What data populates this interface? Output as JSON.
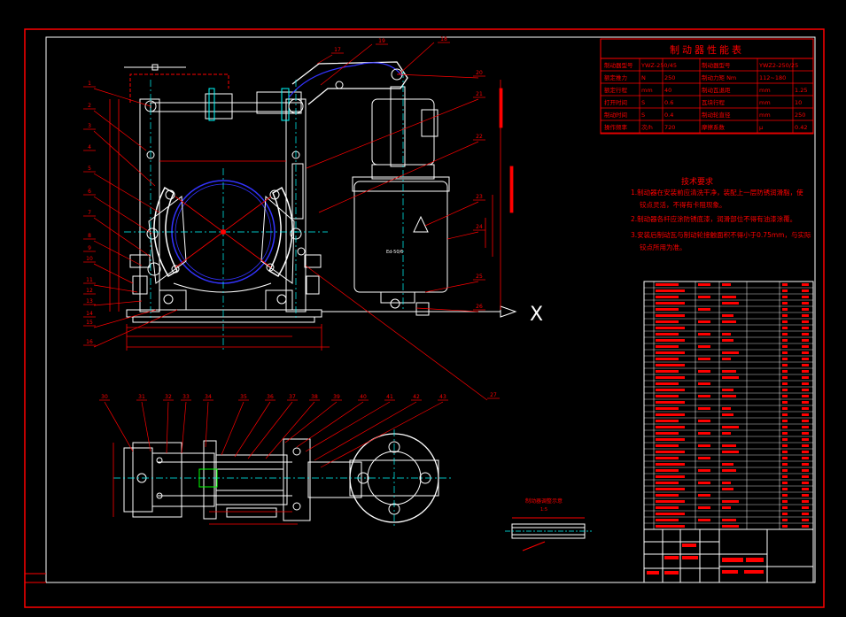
{
  "perf_table": {
    "title": "制动器性能表",
    "rows": [
      [
        "制动器型号",
        "YWZ-250/45",
        "",
        "制动器型号",
        "YWZ2-250/25",
        ""
      ],
      [
        "额定推力",
        "N",
        "250",
        "制动力矩 Nm",
        "112~180",
        ""
      ],
      [
        "额定行程",
        "mm",
        "40",
        "制动瓦退距",
        "mm",
        "1.25"
      ],
      [
        "打开时间",
        "S",
        "0.6",
        "瓦块行程",
        "mm",
        "10"
      ],
      [
        "制动时间",
        "S",
        "0.4",
        "制动轮直径",
        "mm",
        "250"
      ],
      [
        "操作频率",
        "次/h",
        "720",
        "摩擦系数",
        "μ",
        "0.42"
      ]
    ]
  },
  "tech_req": {
    "title": "技术要求",
    "items": [
      "1.制动器在安装前应清洗干净，装配上一层防锈润滑脂，使",
      "铰点灵活，不得有卡阻现象。",
      "2.制动器各杆应涂防锈底漆，润滑部位不得有油漆涂覆。",
      "3.安装后制动瓦与制动轮接触面积不得小于0.75mm，与实际",
      "铰点所用为准。"
    ]
  },
  "callouts": {
    "left": [
      "1",
      "2",
      "3",
      "4",
      "5",
      "6",
      "7",
      "8",
      "9",
      "10",
      "11",
      "12",
      "13",
      "14",
      "15",
      "16"
    ],
    "right": [
      "17",
      "18",
      "19",
      "20",
      "21",
      "22",
      "23",
      "24",
      "25",
      "26",
      "27"
    ],
    "bottom": [
      "30",
      "31",
      "32",
      "33",
      "34",
      "35",
      "36",
      "37",
      "38",
      "39",
      "40",
      "41",
      "42",
      "43"
    ]
  },
  "labels": {
    "detail_title": "制动器调整示意",
    "detail_scale": "1:5",
    "big_x": "X",
    "motor_label": "Ed-50/6"
  },
  "colors": {
    "line": "#ffffff",
    "dim": "#ff0000",
    "center": "#00ffff",
    "outline": "#3333ff",
    "green": "#00ff00",
    "yellow": "#ffff00",
    "magenta": "#ff00ff"
  }
}
